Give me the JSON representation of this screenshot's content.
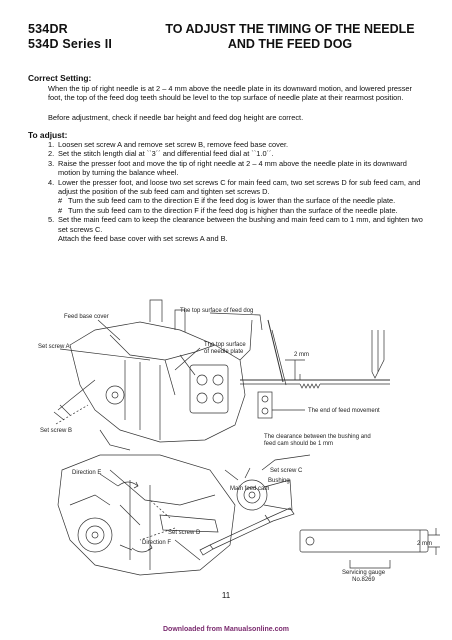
{
  "header": {
    "model_line1": "534DR",
    "model_line2": "534D Series II",
    "title_line1": "TO ADJUST THE TIMING OF THE NEEDLE",
    "title_line2": "AND THE FEED DOG"
  },
  "correct_setting": {
    "heading": "Correct Setting:",
    "paragraph1": "When the tip of right needle is at 2 – 4 mm above the needle plate in its downward motion, and lowered presser foot, the top of the feed dog teeth should be level to the top surface of needle plate at their rearmost position.",
    "paragraph2": "Before adjustment, check if needle bar height and feed dog height are correct."
  },
  "to_adjust": {
    "heading": "To adjust:",
    "steps": [
      {
        "num": "1.",
        "text": "Loosen set screw A and remove set screw B, remove feed base cover."
      },
      {
        "num": "2.",
        "text": "Set the stitch length dial at ``3´´ and differential feed dial at ``1.0´´."
      },
      {
        "num": "3.",
        "text": "Raise the presser foot and move the tip of right needle at 2 – 4 mm above the needle plate in its downward motion by turning the balance wheel."
      },
      {
        "num": "4.",
        "text": "Lower the presser foot, and loose two set screws C for main feed cam, two set screws D for sub feed cam, and adjust the position of the sub feed cam and tighten set screws D."
      },
      {
        "num": "5.",
        "text": "Set the main feed cam to keep the clearance between the bushing and main feed cam to 1 mm, and tighten two set screws C."
      }
    ],
    "sub_steps": [
      {
        "mark": "#",
        "text": "Turn the sub feed cam to the direction E if the feed dog is lower than the surface of the needle plate."
      },
      {
        "mark": "#",
        "text": "Turn the sub feed cam to the direction F if the feed dog is higher than the surface of the needle plate."
      }
    ],
    "final_note": "Attach the feed base cover with set screws A and B."
  },
  "figure_labels": {
    "feed_base_cover": "Feed base cover",
    "top_surface_feed_dog": "The top surface of feed dog",
    "set_screw_a": "Set screw A",
    "top_surface_needle_plate_1": "The top surface",
    "top_surface_needle_plate_2": "of needle plate",
    "two_mm_top": "2 mm",
    "end_of_feed": "The end of feed movement",
    "set_screw_b": "Set screw B",
    "clearance_1": "The clearance between the bushing and",
    "clearance_2": "feed cam should be 1 mm",
    "direction_e": "Direction E",
    "set_screw_c": "Set screw C",
    "bushing": "Bushing",
    "main_feed_cam": "Main feed cam",
    "set_screw_d": "Set screw D",
    "direction_f": "Direction F",
    "two_mm_bottom": "2 mm",
    "servicing_gauge_1": "Servicing gauge",
    "servicing_gauge_2": "No.8269"
  },
  "footer": {
    "page_number": "11",
    "download_text": "Downloaded from Manualsonline.com"
  }
}
